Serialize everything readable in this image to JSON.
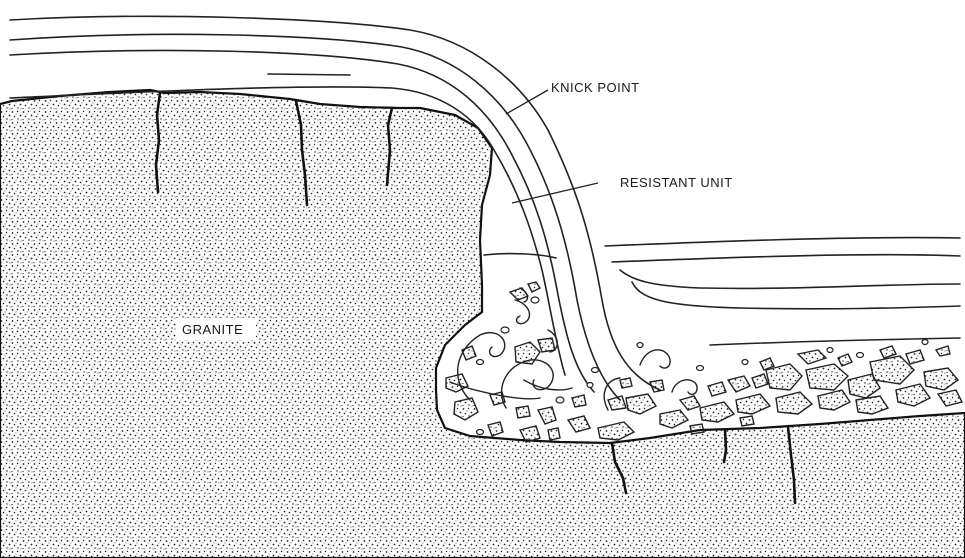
{
  "labels": {
    "knick_point": "KNICK POINT",
    "resistant_unit": "RESISTANT UNIT",
    "granite": "GRANITE"
  },
  "colors": {
    "rock_stipple": "#1e1e1e",
    "line": "#222222",
    "background": "#ffffff"
  }
}
